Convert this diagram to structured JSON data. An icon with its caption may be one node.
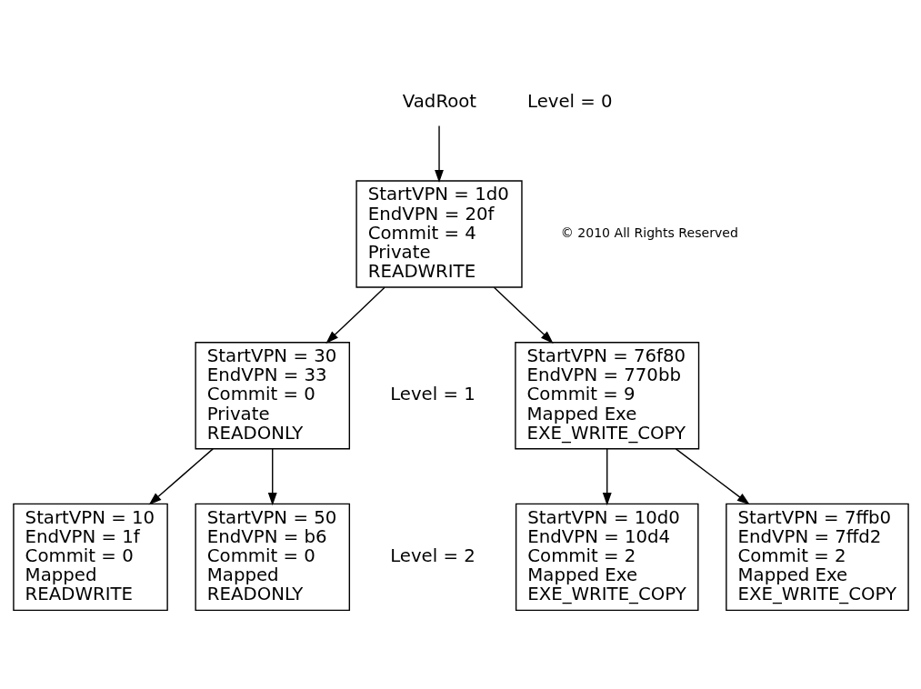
{
  "diagram": {
    "nodes": [
      {
        "text": [
          "VadRoot"
        ]
      },
      {
        "text": [
          "StartVPN = 1d0",
          "EndVPN = 20f",
          "Commit = 4",
          "Private",
          "READWRITE"
        ]
      },
      {
        "text": [
          "StartVPN = 30",
          "EndVPN = 33",
          "Commit = 0",
          "Private",
          "READONLY"
        ]
      },
      {
        "text": [
          "StartVPN = 76f80",
          "EndVPN = 770bb",
          "Commit = 9",
          "Mapped Exe",
          "EXE_WRITE_COPY"
        ]
      },
      {
        "text": [
          "StartVPN = 10",
          "EndVPN = 1f",
          "Commit = 0",
          "Mapped",
          "READWRITE"
        ]
      },
      {
        "text": [
          "StartVPN = 50",
          "EndVPN = b6",
          "Commit = 0",
          "Mapped",
          "READONLY"
        ]
      },
      {
        "text": [
          "StartVPN = 10d0",
          "EndVPN = 10d4",
          "Commit = 2",
          "Mapped Exe",
          "EXE_WRITE_COPY"
        ]
      },
      {
        "text": [
          "StartVPN = 7ffb0",
          "EndVPN = 7ffd2",
          "Commit = 2",
          "Mapped Exe",
          "EXE_WRITE_COPY"
        ]
      }
    ],
    "edges": [
      {
        "from": 0,
        "to": 1,
        "arrow": "to"
      },
      {
        "from": 1,
        "to": 2,
        "arrow": "to"
      },
      {
        "from": 1,
        "to": 3,
        "arrow": "to"
      },
      {
        "from": 2,
        "to": 4,
        "arrow": "to"
      },
      {
        "from": 2,
        "to": 5,
        "arrow": "to"
      },
      {
        "from": 3,
        "to": 6,
        "arrow": "to"
      },
      {
        "from": 3,
        "to": 7,
        "arrow": "to"
      }
    ],
    "labels": [
      "© 2010 All Rights Reserved",
      "Level = 0",
      "Level = 1",
      "Level = 2"
    ]
  }
}
